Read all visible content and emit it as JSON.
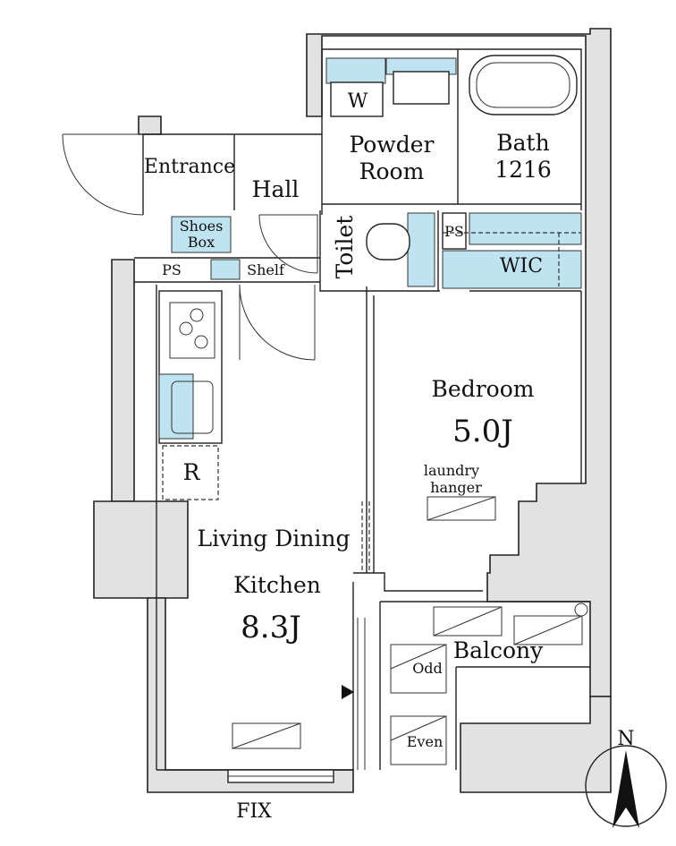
{
  "rooms": {
    "entrance": "Entrance",
    "hall": "Hall",
    "powder_room_line1": "Powder",
    "powder_room_line2": "Room",
    "bath_line1": "Bath",
    "bath_line2": "1216",
    "toilet": "Toilet",
    "bedroom": "Bedroom",
    "bedroom_size": "5.0J",
    "ldk_line1": "Living Dining",
    "ldk_line2": "Kitchen",
    "ldk_size": "8.3J",
    "balcony": "Balcony",
    "wic": "WIC"
  },
  "fixtures": {
    "washer": "W",
    "shoes_box_line1": "Shoes",
    "shoes_box_line2": "Box",
    "ps_upper": "PS",
    "ps_lower": "PS",
    "shelf": "Shelf",
    "refrigerator": "R",
    "laundry_line1": "laundry",
    "laundry_line2": "hanger",
    "odd": "Odd",
    "even": "Even",
    "fix": "FIX"
  },
  "compass": {
    "north": "N"
  },
  "colors": {
    "fixture_fill": "#bfe3f1",
    "wall_fill": "#e2e2e2",
    "line": "#222222"
  }
}
